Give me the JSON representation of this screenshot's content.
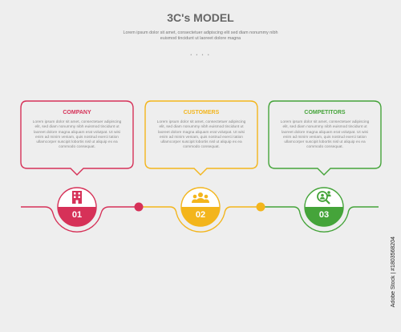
{
  "header": {
    "title": "3C's MODEL",
    "subtitle": "Lorem ipsum dolor sit amet, consectetuer adipiscing elit sed diam nonummy nibh euismod tincidunt ut laoreet dolore magna",
    "dots": "• • • •"
  },
  "steps": [
    {
      "title": "COMPANY",
      "number": "01",
      "color": "#d63158",
      "icon": "building-icon",
      "body": "Lorem ipsum dolor sit amet, consectetuer adipiscing elit, sed diam nonummy nibh euismod tincidunt ut laoreet dolore magna aliquam erat volutpat. Ut wisi enim ad minim veniam, quis nostrud exerci tation ullamcorper suscipit lobortis nisl ut aliquip ex ea commodo consequat."
    },
    {
      "title": "CUSTOMERS",
      "number": "02",
      "color": "#f3b51c",
      "icon": "people-group-icon",
      "body": "Lorem ipsum dolor sit amet, consectetuer adipiscing elit, sed diam nonummy nibh euismod tincidunt ut laoreet dolore magna aliquam erat volutpat. Ut wisi enim ad minim veniam, quis nostrud exerci tation ullamcorper suscipit lobortis nisl ut aliquip ex ea commodo consequat."
    },
    {
      "title": "COMPETITORS",
      "number": "03",
      "color": "#45a43a",
      "icon": "competitor-search-icon",
      "body": "Lorem ipsum dolor sit amet, consectetuer adipiscing elit, sed diam nonummy nibh euismod tincidunt ut laoreet dolore magna aliquam erat volutpat. Ut wisi enim ad minim veniam, quis nostrud exerci tation ullamcorper suscipit lobortis nisl ut aliquip ex ea commodo consequat."
    }
  ],
  "watermark": "Adobe Stock | #1803568204"
}
